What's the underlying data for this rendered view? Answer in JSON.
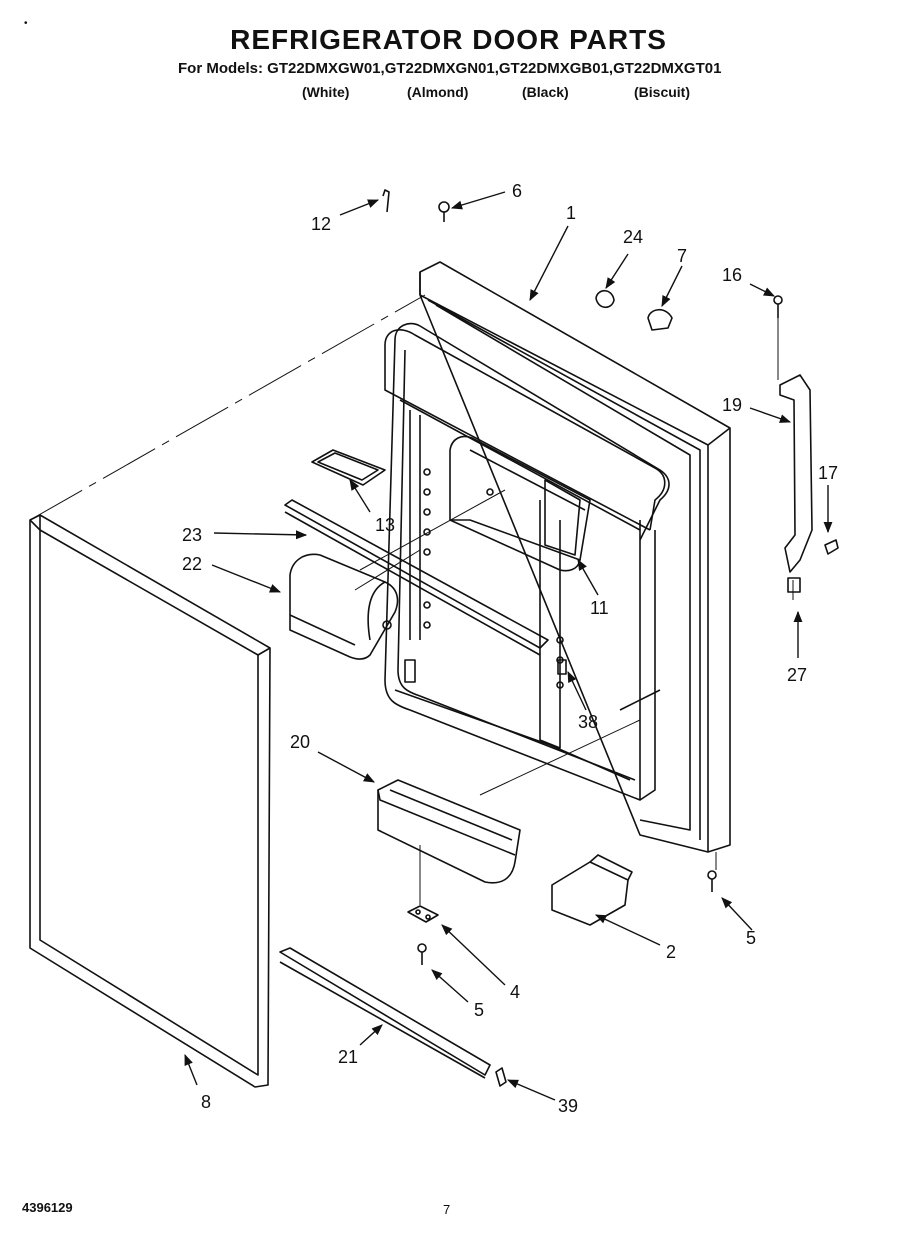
{
  "header": {
    "title": "REFRIGERATOR DOOR PARTS",
    "models_line": "For Models: GT22DMXGW01,GT22DMXGN01,GT22DMXGB01,GT22DMXGT01",
    "variants": [
      "(White)",
      "(Almond)",
      "(Black)",
      "(Biscuit)"
    ]
  },
  "callouts": {
    "c1": "1",
    "c2": "2",
    "c4": "4",
    "c5a": "5",
    "c5b": "5",
    "c6": "6",
    "c7": "7",
    "c8": "8",
    "c11": "11",
    "c12": "12",
    "c13": "13",
    "c16": "16",
    "c17": "17",
    "c19": "19",
    "c20": "20",
    "c21": "21",
    "c22": "22",
    "c23": "23",
    "c24": "24",
    "c27": "27",
    "c38": "38",
    "c39": "39"
  },
  "footer": {
    "doc_number": "4396129",
    "page_number": "7"
  }
}
